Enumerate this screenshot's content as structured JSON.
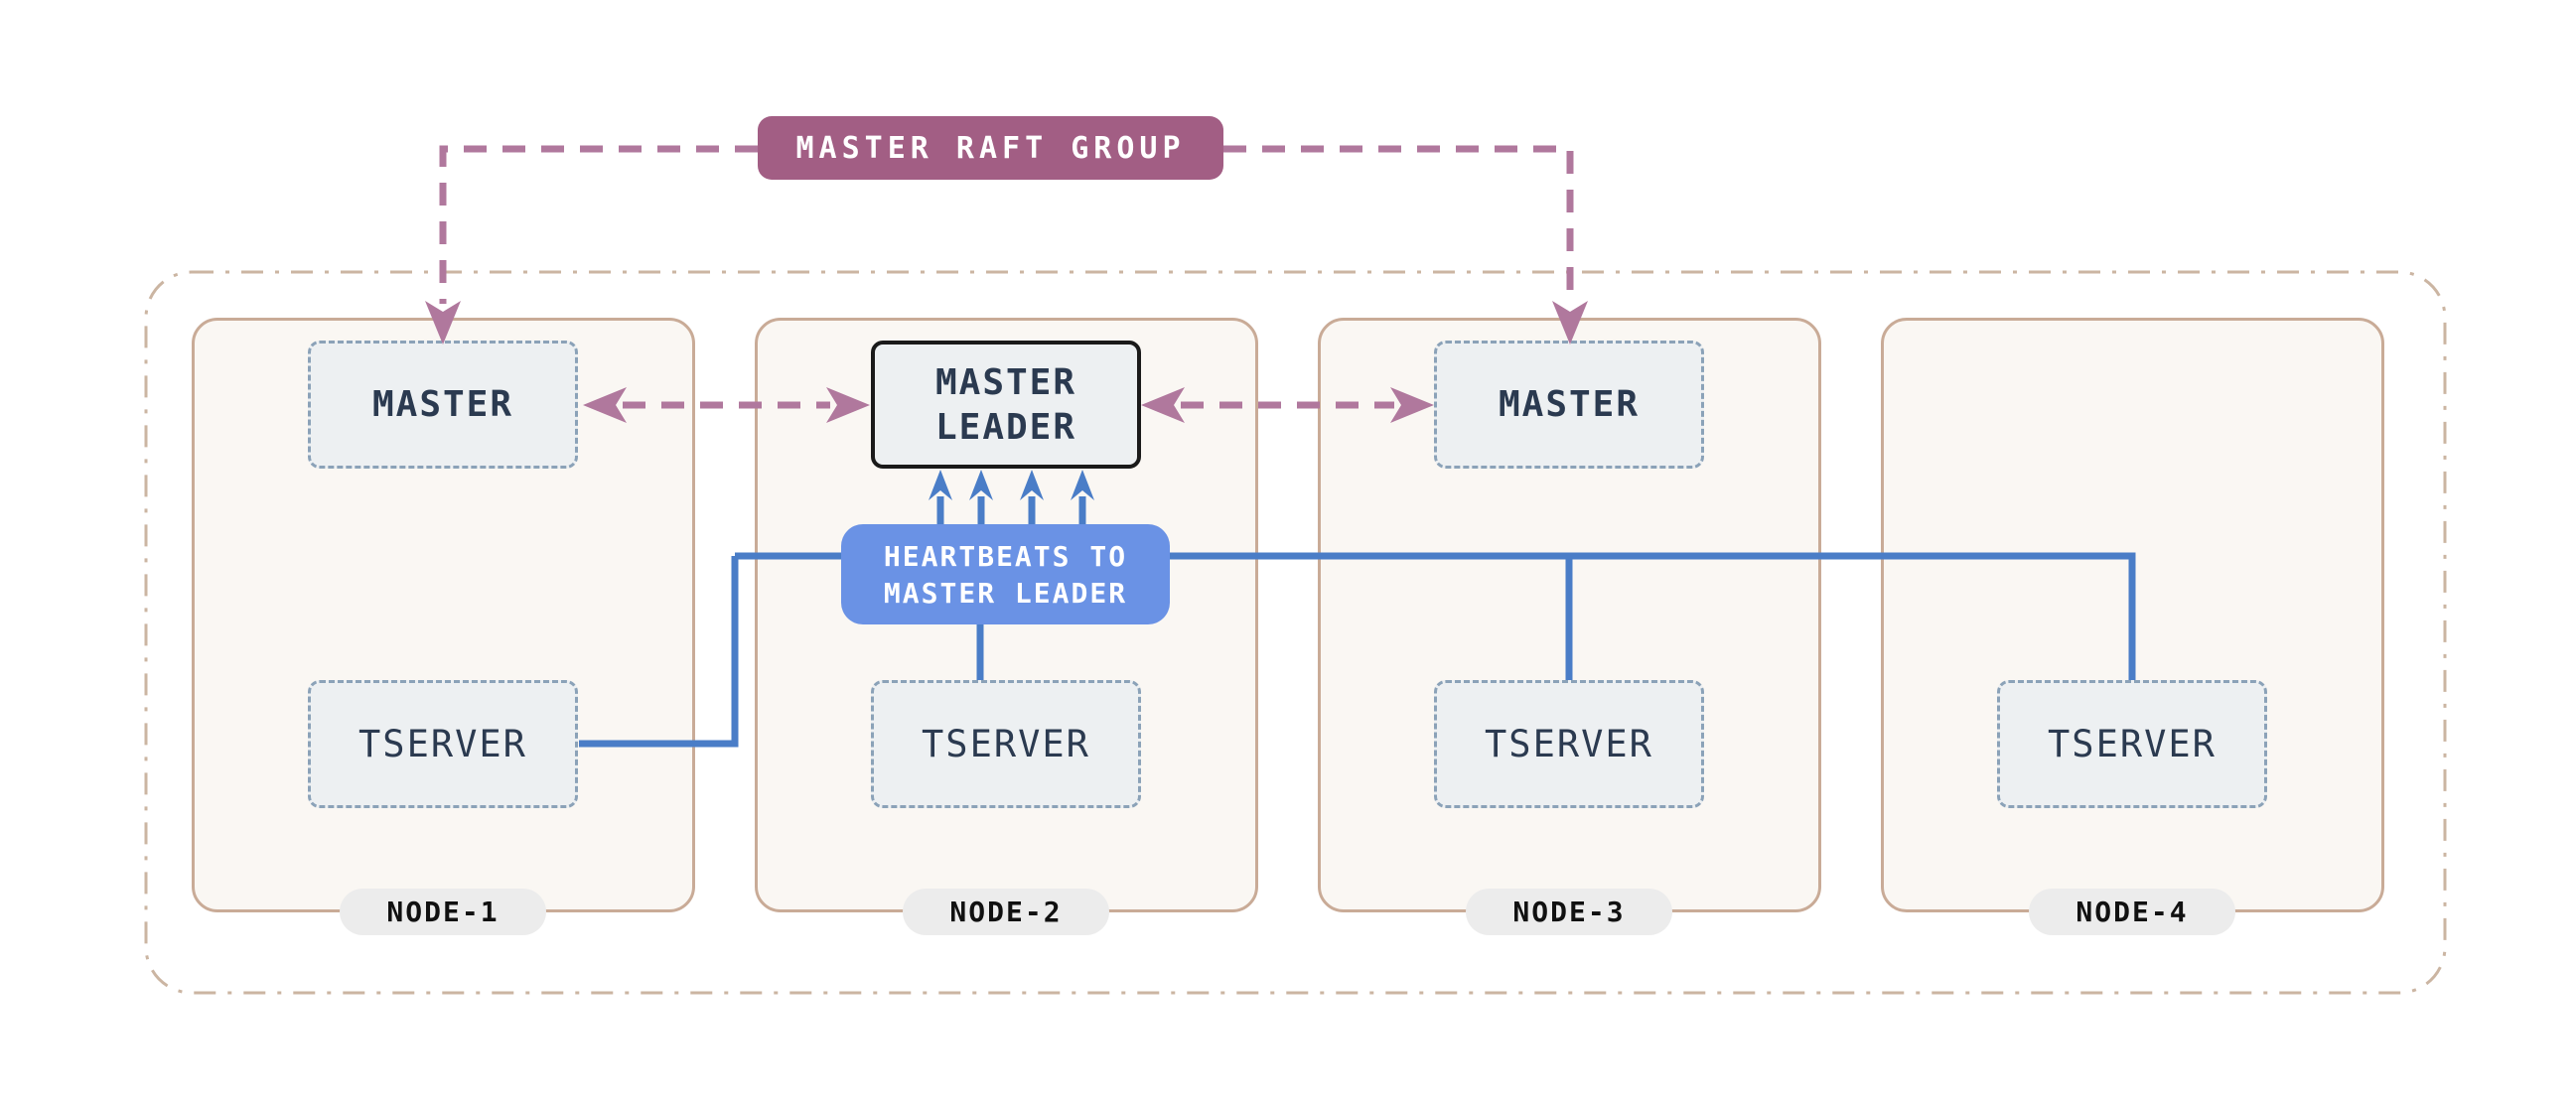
{
  "raft_group": {
    "label": "MASTER RAFT GROUP"
  },
  "heartbeats": {
    "line1": "HEARTBEATS TO",
    "line2": "MASTER LEADER"
  },
  "master_leader": {
    "line1": "MASTER",
    "line2": "LEADER"
  },
  "nodes": [
    {
      "label": "NODE-1",
      "master": "MASTER",
      "tserver": "TSERVER"
    },
    {
      "label": "NODE-2",
      "tserver": "TSERVER"
    },
    {
      "label": "NODE-3",
      "master": "MASTER",
      "tserver": "TSERVER"
    },
    {
      "label": "NODE-4",
      "tserver": "TSERVER"
    }
  ],
  "colors": {
    "canvas_bg": "#ffffff",
    "outer_border": "#cbb5a2",
    "node_fill": "#faf7f3",
    "node_border": "#c9ab97",
    "box_fill": "#edf0f2",
    "box_border": "#8ba2b8",
    "leader_border": "#1a1a1a",
    "text_dark": "#2b3a50",
    "raft_badge": "#a25e84",
    "heartbeat_badge": "#6a92e5",
    "blue_line": "#4a7dc7",
    "pink_line": "#b0789d",
    "pill_fill": "#ececec",
    "pill_text": "#111111",
    "badge_text": "#ffffff"
  }
}
